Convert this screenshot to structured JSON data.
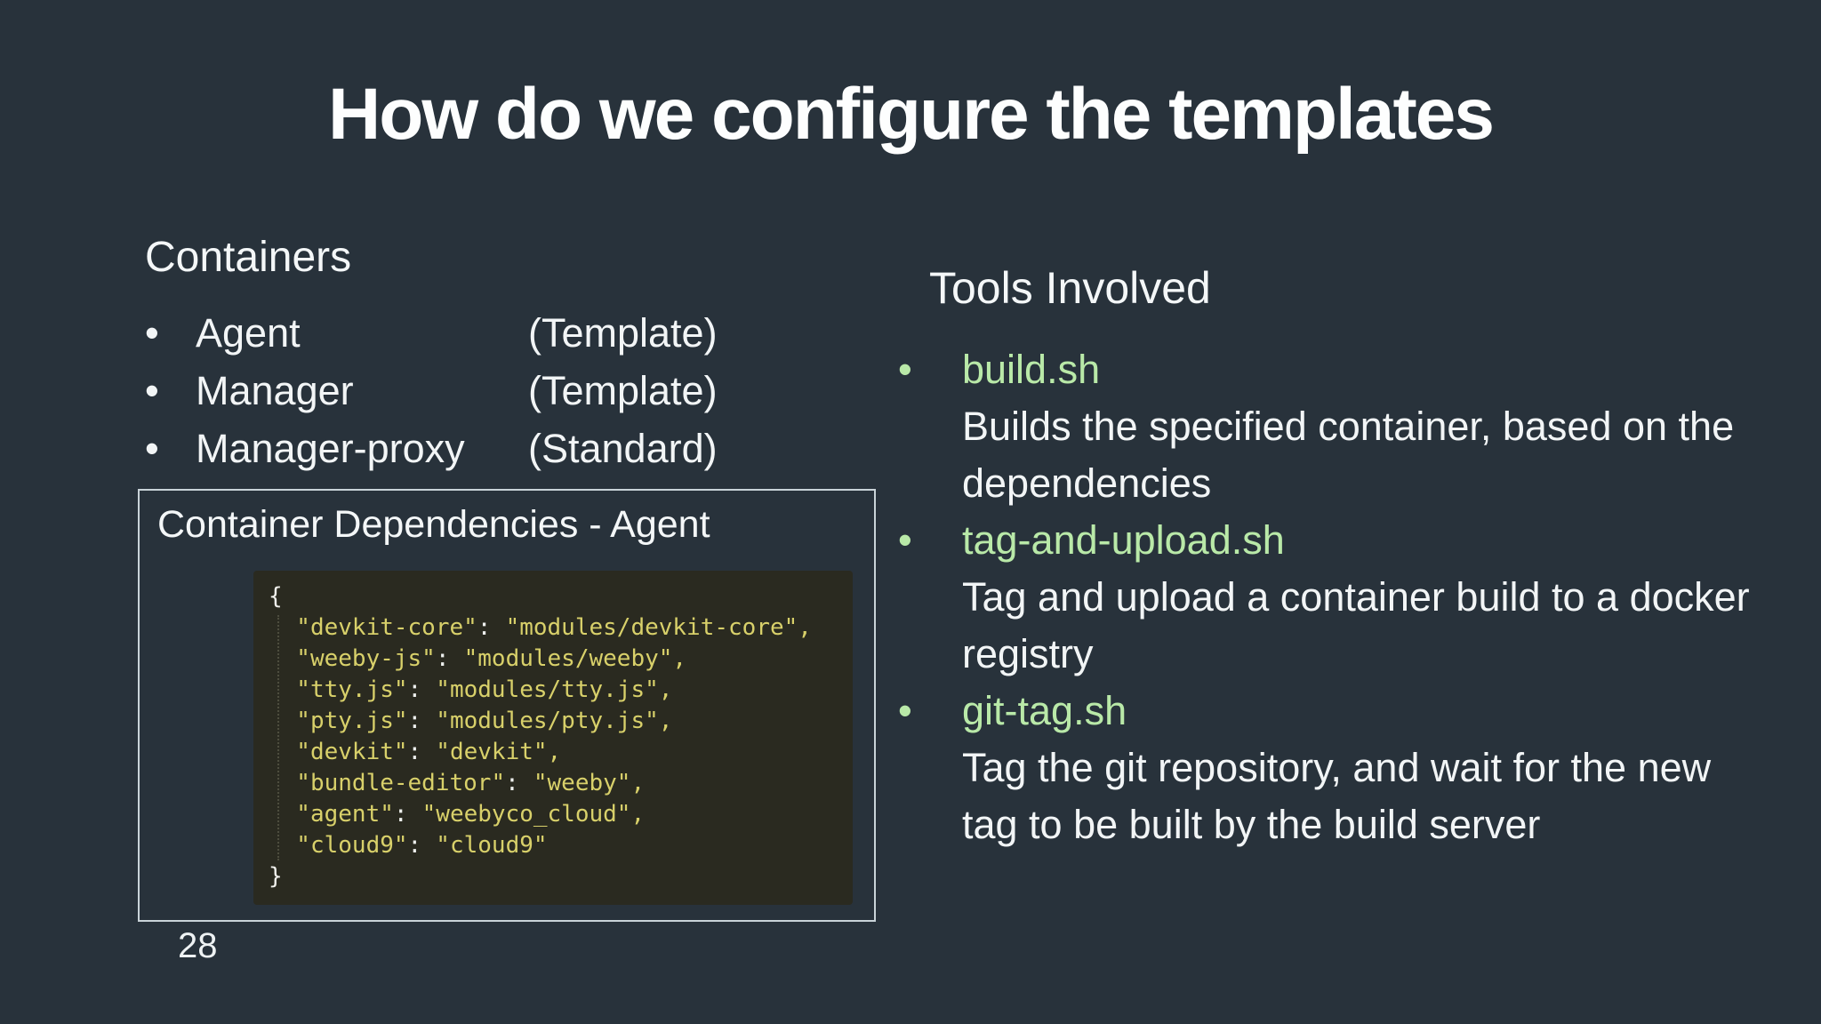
{
  "slide": {
    "title": "How do we configure the templates",
    "page_number": "28"
  },
  "containers": {
    "heading": "Containers",
    "items": [
      {
        "name": "Agent",
        "type": "(Template)"
      },
      {
        "name": "Manager",
        "type": "(Template)"
      },
      {
        "name": "Manager-proxy",
        "type": "(Standard)"
      }
    ]
  },
  "dependencies_box": {
    "title": "Container Dependencies - Agent",
    "code": {
      "open_brace": "{",
      "close_brace": "}",
      "colon": ":",
      "entries": [
        {
          "key": "\"devkit-core\"",
          "value": "\"modules/devkit-core\","
        },
        {
          "key": "\"weeby-js\"",
          "value": "\"modules/weeby\","
        },
        {
          "key": "\"tty.js\"",
          "value": "\"modules/tty.js\","
        },
        {
          "key": "\"pty.js\"",
          "value": "\"modules/pty.js\","
        },
        {
          "key": "\"devkit\"",
          "value": "\"devkit\","
        },
        {
          "key": "\"bundle-editor\"",
          "value": "\"weeby\","
        },
        {
          "key": "\"agent\"",
          "value": "\"weebyco_cloud\","
        },
        {
          "key": "\"cloud9\"",
          "value": "\"cloud9\""
        }
      ]
    }
  },
  "tools": {
    "heading": "Tools Involved",
    "items": [
      {
        "name": "build.sh",
        "description": "Builds the specified container, based on the dependencies"
      },
      {
        "name": "tag-and-upload.sh",
        "description": "Tag and upload a container build to a docker registry"
      },
      {
        "name": "git-tag.sh",
        "description": "Tag the git repository, and wait for the new tag to be built by the build server"
      }
    ]
  },
  "colors": {
    "background": "#28323b",
    "text": "#f2f5f6",
    "accent_green": "#b9e9a8",
    "code_background": "#2a2a20",
    "code_yellow": "#d8d06a",
    "box_border": "#c9d3d8"
  }
}
